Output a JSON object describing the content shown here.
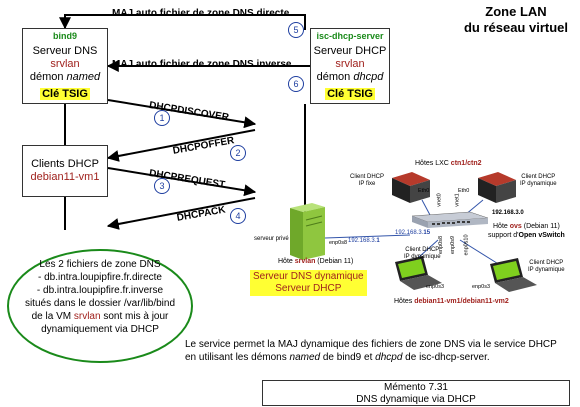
{
  "title": {
    "line1": "Zone LAN",
    "line2": "du réseau virtuel"
  },
  "bind9": {
    "header": "bind9",
    "service": "Serveur DNS",
    "host": "srvlan",
    "daemon_prefix": "démon ",
    "daemon_name": "named",
    "key": "Clé TSIG"
  },
  "dhcp_server": {
    "header": "isc-dhcp-server",
    "service": "Serveur DHCP",
    "host": "srvlan",
    "daemon_prefix": "démon ",
    "daemon_name": "dhcpd",
    "key": "Clé TSIG"
  },
  "client": {
    "label": "Clients DHCP",
    "host": "debian11-vm1"
  },
  "arrows": {
    "direct": "MAJ auto fichier de zone DNS directe",
    "inverse": "MAJ auto fichier de zone DNS inverse",
    "n5": "5",
    "n6": "6"
  },
  "dhcp_steps": [
    {
      "num": "1",
      "label": "DHCPDISCOVER"
    },
    {
      "num": "2",
      "label": "DHCPOFFER"
    },
    {
      "num": "3",
      "label": "DHCPREQUEST"
    },
    {
      "num": "4",
      "label": "DHCPACK"
    }
  ],
  "network": {
    "lxc_title_prefix": "Hôtes LXC ",
    "lxc_title_names": "ctn1/ctn2",
    "lxc_fixed": "Client DHCP\nIP fixe",
    "lxc_dynamic": "Client DHCP\nIP dynamique",
    "eth0_a": "Eth0",
    "eth0_b": "Eth0",
    "switch_ip": "192.168.3.0",
    "ovs_line1_prefix": "Hôte ",
    "ovs_name": "ovs",
    "ovs_line1_suffix": " (Debian 11)",
    "ovs_line2_prefix": "support d'",
    "ovs_line2_name": "Open vSwitch",
    "server_private": "serveur privé",
    "srvlan_iface": "enp0s8",
    "srvlan_ip": "192.168.3.",
    "srvlan_ip_last": "1",
    "switch_port_ip": "192.168.3.",
    "switch_port_last": "15",
    "srvlan_host_prefix": "Hôte ",
    "srvlan_host_name": "srvlan",
    "srvlan_host_suffix": " (Debian 11)",
    "srvlan_role1": "Serveur DNS dynamique",
    "srvlan_role2": "Serveur DHCP",
    "vm_client1": "Client DHCP\nIP dynamique",
    "vm_client2": "Client DHCP\nIP dynamique",
    "vm_iface1": "enp0s3",
    "vm_iface2": "enp0s3",
    "vm_hosts_prefix": "Hôtes ",
    "vm_hosts_names": "debian11-vm1/debian11-vm2",
    "port_labels": [
      "vnet0",
      "vnet1",
      "enp0s8",
      "enp0s9",
      "enp0s10"
    ]
  },
  "ellipse": {
    "line1": "Les 2 fichiers de zone DNS",
    "line2": "- db.intra.loupipfire.fr.directe",
    "line3": "- db.intra.loupipfire.fr.inverse",
    "line4": "situés dans le dossier /var/lib/bind",
    "line5_prefix": "de la VM ",
    "line5_name": "srvlan",
    "line5_suffix": " sont mis à jour",
    "line6": "dynamiquement via DHCP"
  },
  "description": {
    "line1": "Le service permet la MAJ dynamique des fichiers de zone DNS via le service DHCP",
    "line2_a": "en utilisant les démons ",
    "line2_b": "named",
    "line2_c": " de bind9 et ",
    "line2_d": "dhcpd",
    "line2_e": " de isc-dhcp-server."
  },
  "memento": {
    "line1": "Mémento 7.31",
    "line2": "DNS dynamique via DHCP"
  },
  "colors": {
    "green": "#1a8a1a",
    "red": "#a0221e",
    "yellow": "#ffff33",
    "blue": "#1f3fa0"
  }
}
